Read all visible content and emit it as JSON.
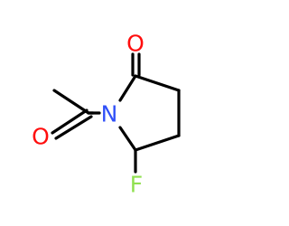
{
  "molecule": {
    "atoms": {
      "oxygen_carbonyl": {
        "symbol": "O",
        "color": "#ff0d0d"
      },
      "nitrogen": {
        "symbol": "N",
        "color": "#3050f8"
      },
      "oxygen_acetyl": {
        "symbol": "O",
        "color": "#ff0d0d"
      },
      "fluorine": {
        "symbol": "F",
        "color": "#90e050"
      }
    },
    "bond_color": "#000000",
    "background_color": "#ffffff"
  }
}
